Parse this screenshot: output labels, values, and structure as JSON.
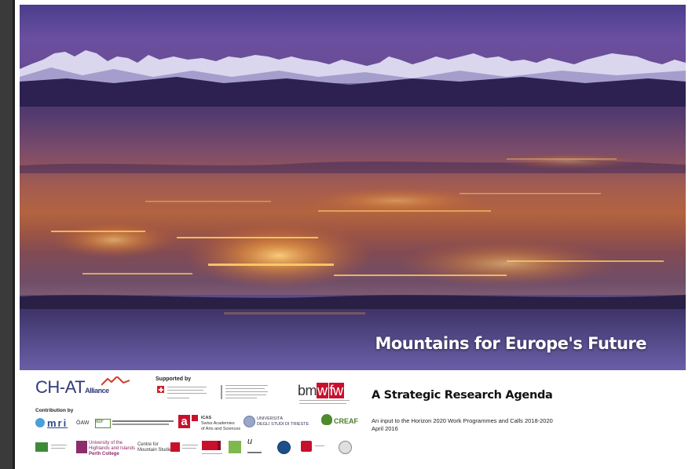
{
  "cover": {
    "title": "Mountains for Europe's Future",
    "subtitle": "A Strategic Research Agenda",
    "description": "An input to the Horizon 2020 Work Programmes and Calls 2018-2020",
    "date": "April 2016"
  },
  "logos": {
    "chat_main": "CH-AT",
    "chat_suffix": "Alliance",
    "supported_label": "Supported by",
    "bmwfw_prefix": "bm",
    "bmwfw_box1": "w",
    "bmwfw_box2": "fw",
    "contribution_label": "Contribution by",
    "mri": "mri",
    "oaw": "ÖAW",
    "igf": "IGF",
    "a_letter": "a",
    "scnat_line1": "ICAS",
    "scnat_line2": "Swiss Academies",
    "scnat_line3": "of Arts and Sciences",
    "trieste_line1": "UNIVERSITÀ",
    "trieste_line2": "DEGLI STUDI DI TRIESTE",
    "creaf": "CREAF",
    "uhi_line1": "University of the",
    "uhi_line2": "Highlands and Islands",
    "uhi_line3": "Perth College",
    "uhi_centre1": "Centre for",
    "uhi_centre2": "Mountain Studies",
    "ut_mark": "u"
  },
  "colors": {
    "sky": "#4a3d8c",
    "lights": "#f2a030",
    "brand_red": "#c8102e",
    "chat_blue": "#2f3b78"
  }
}
